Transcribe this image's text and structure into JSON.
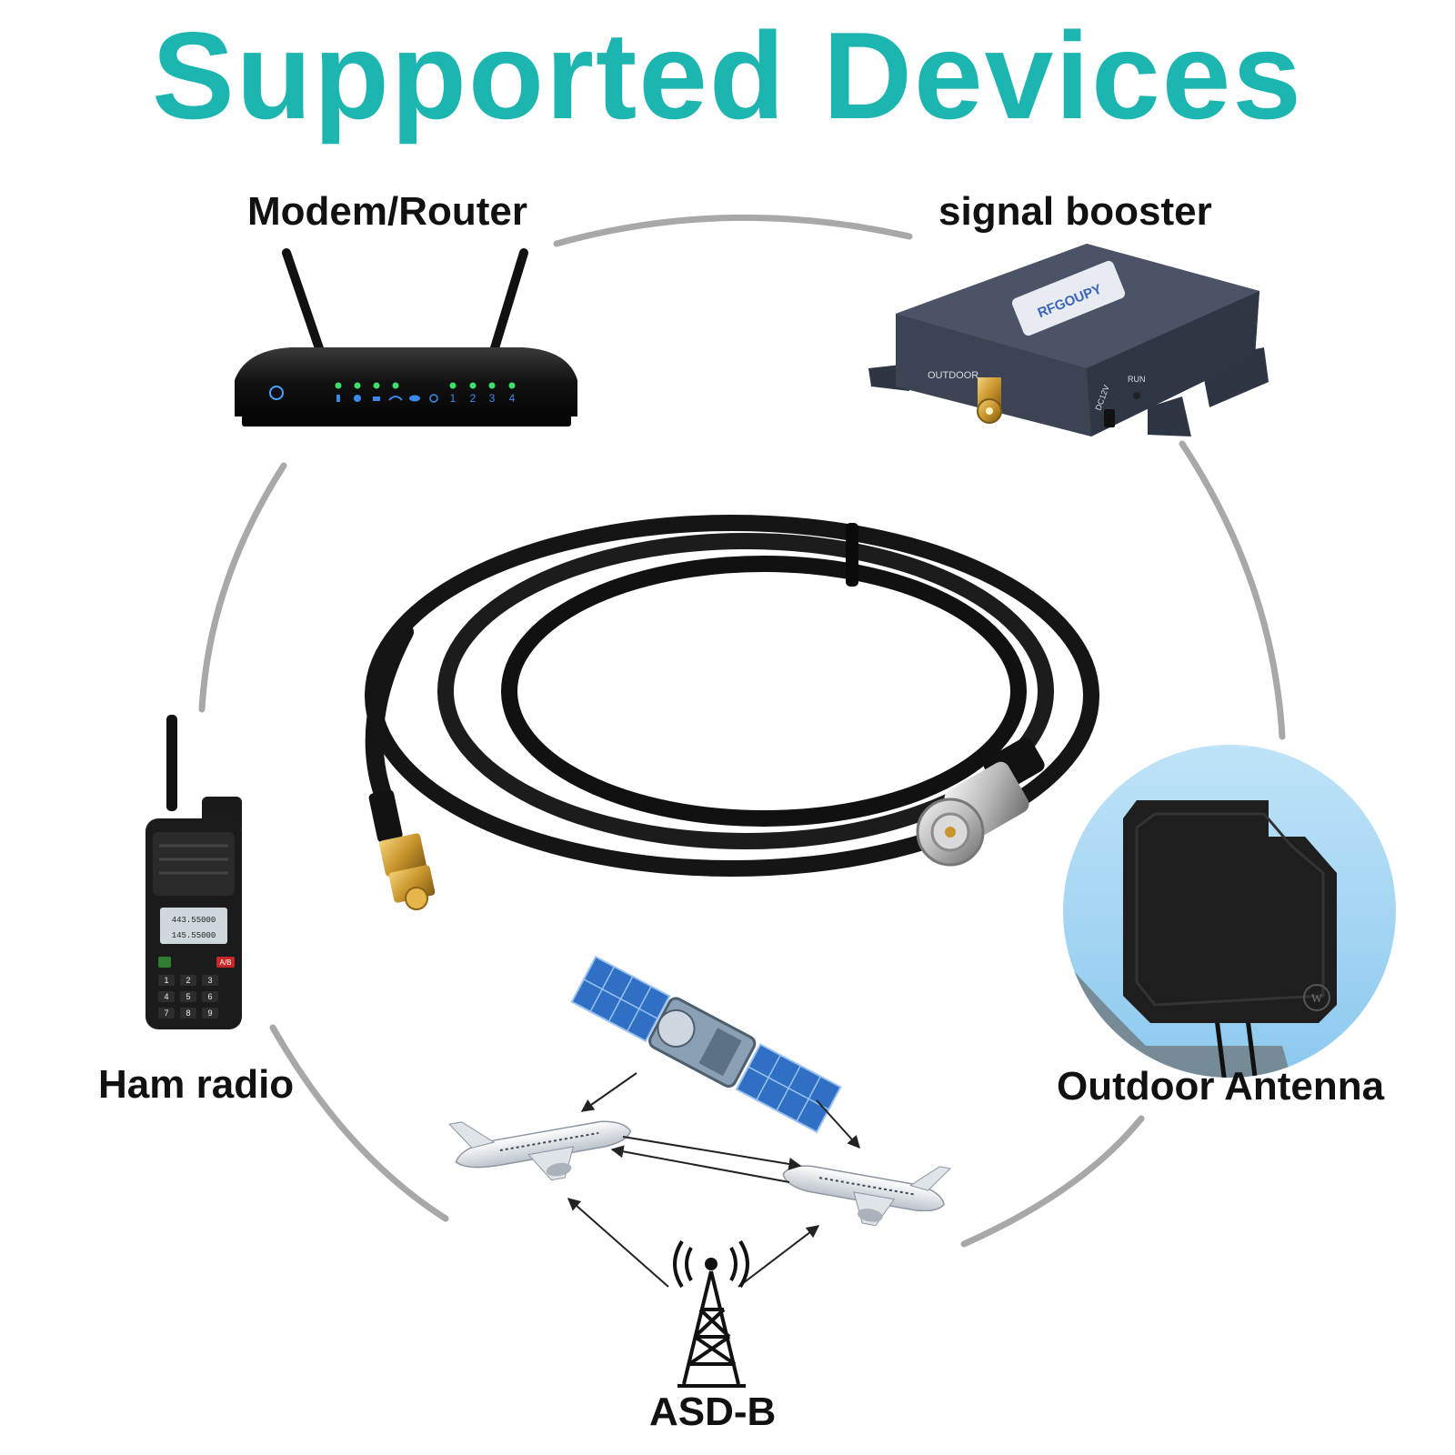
{
  "title": "Supported Devices",
  "colors": {
    "title": "#1db5b0",
    "ring": "#a8a8a8",
    "cable": "#151515",
    "gold": "#c9952c",
    "silver": "#c8c8c8",
    "sky": "#9fd4f2",
    "booster": "#3b4452",
    "panel_blue": "#2f6fc4"
  },
  "devices": {
    "modem_router": "Modem/Router",
    "signal_booster": "signal booster",
    "ham_radio": "Ham radio",
    "outdoor_antenna": "Outdoor Antenna",
    "asd_b": "ASD-B"
  },
  "booster": {
    "brand": "RFGOUPY",
    "port_outdoor": "OUTDOOR",
    "port_dc": "DC12V",
    "led_run": "RUN"
  },
  "router": {
    "port_numbers": [
      "1",
      "2",
      "3",
      "4"
    ]
  },
  "radio": {
    "display_lines": [
      "443.55000",
      "145.55000"
    ],
    "keys": [
      "1",
      "2",
      "3",
      "4",
      "5",
      "6",
      "7",
      "8",
      "9"
    ],
    "key_ab": "A/B"
  },
  "antenna": {
    "logo_letter": "W"
  },
  "icons": {
    "router": "router-icon",
    "booster": "signal-booster-icon",
    "radio": "handheld-radio-icon",
    "antenna": "panel-antenna-icon",
    "satellite": "satellite-icon",
    "airplane": "airplane-icon",
    "tower": "radio-tower-icon",
    "cable": "coaxial-cable-icon"
  }
}
